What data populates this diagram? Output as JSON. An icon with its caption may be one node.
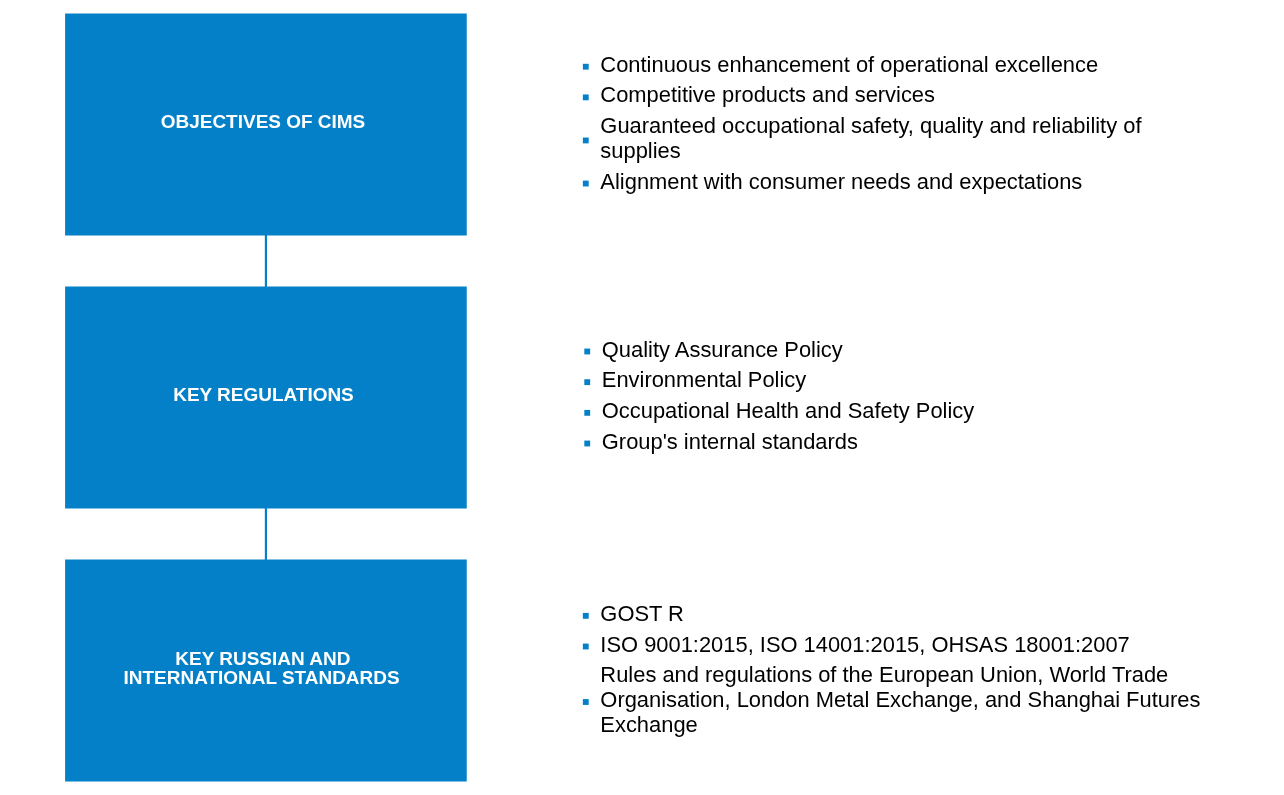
{
  "diagram": {
    "nodes": [
      {
        "text": [
          "OBJECTIVES OF CIMS"
        ],
        "beside": [
          "Continuous enhancement of operational excellence",
          "Competitive products and services",
          "Guaranteed occupational safety, quality and reliability of supplies",
          "Alignment with consumer needs and expectations"
        ]
      },
      {
        "text": [
          "KEY REGULATIONS"
        ],
        "beside": [
          "Quality Assurance Policy",
          "Environmental Policy",
          "Occupational Health and Safety Policy",
          "Group's internal standards"
        ]
      },
      {
        "text": [
          "KEY RUSSIAN AND INTERNATIONAL STANDARDS"
        ],
        "beside": [
          "GOST R",
          "ISO 9001:2015, ISO 14001:2015, OHSAS 18001:2007",
          "Rules and regulations of the European Union, World Trade Organisation, London Metal Exchange, and Shanghai Futures Exchange"
        ]
      }
    ],
    "edges": [
      {
        "from": 0,
        "to": 1,
        "arrow": "none"
      },
      {
        "from": 1,
        "to": 2,
        "arrow": "none"
      }
    ]
  }
}
